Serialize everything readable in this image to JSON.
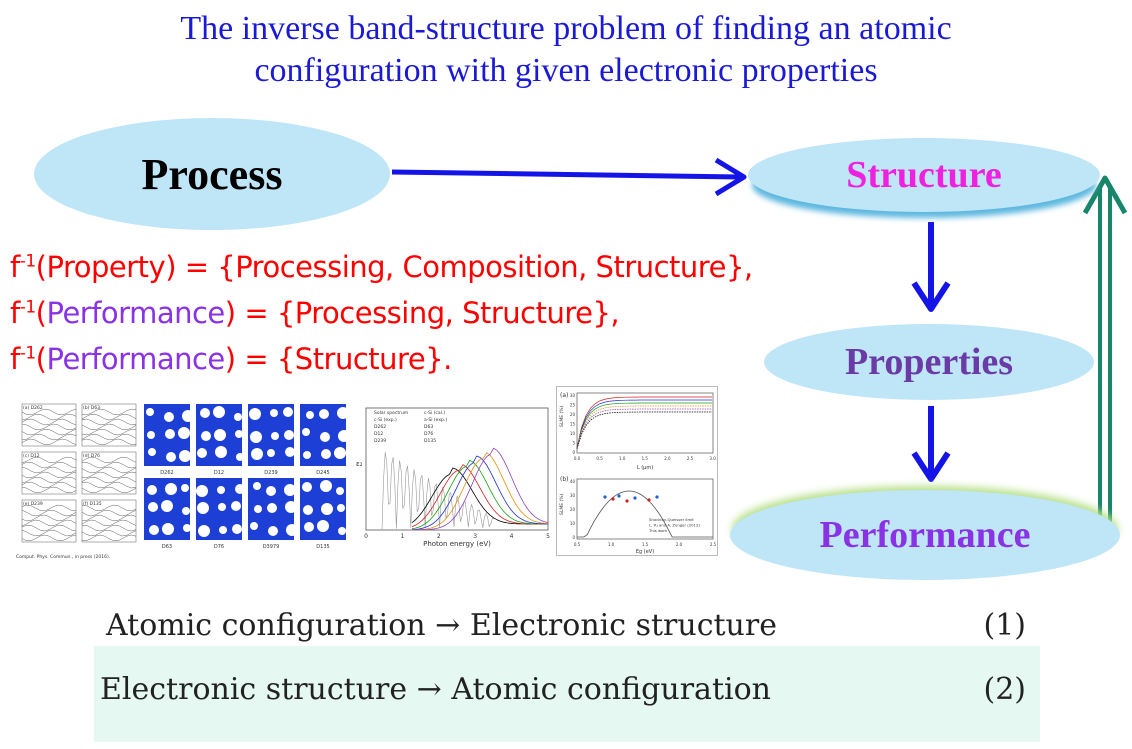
{
  "title": {
    "line1": "The inverse band-structure problem of finding an atomic",
    "line2": "configuration with given electronic properties"
  },
  "nodes": {
    "process": "Process",
    "structure": "Structure",
    "properties": "Properties",
    "performance": "Performance"
  },
  "equations": {
    "f": "f",
    "inv": "-1",
    "e1_paren": "(Property) = {Processing, Composition, Structure},",
    "e2_open": "(",
    "e2_word": "Performance",
    "e2_rest": ") = {Processing, Structure},",
    "e3_open": "(",
    "e3_word": "Performance",
    "e3_rest": ") = {Structure}."
  },
  "bottom": {
    "eq1_text": "Atomic configuration → Electronic structure",
    "eq1_num": "(1)",
    "eq2_text": "Electronic structure → Atomic configuration",
    "eq2_num": "(2)"
  },
  "figures": {
    "bands": {
      "panel_labels": [
        "(a) D262",
        "(b) D63",
        "(c) D12",
        "(d) D76",
        "(e) D239",
        "(f) D135"
      ],
      "caption": "Comput. Phys. Commun., in press (2016)."
    },
    "crystals": {
      "labels": [
        "D262",
        "D12",
        "D239",
        "D245",
        "D63",
        "D76",
        "D3979",
        "D135"
      ]
    },
    "absorption": {
      "xlabel": "Photon energy (eV)",
      "ylabel": "ε₂",
      "xticks": [
        "0",
        "1",
        "2",
        "3",
        "4",
        "5"
      ],
      "legend": [
        "Solar spectrum",
        "c-Si (cal.)",
        "c-Si (exp.)",
        "a-Si (exp.)",
        "D262",
        "D63",
        "D12",
        "D76",
        "D239",
        "D135"
      ]
    },
    "slme": {
      "a_label": "(a)",
      "b_label": "(b)",
      "a_xlabel": "L (μm)",
      "a_ylabel": "SLME (%)",
      "a_xticks": [
        "0.0",
        "0.5",
        "1.0",
        "1.5",
        "2.0",
        "2.5",
        "3.0"
      ],
      "a_yticks": [
        "30",
        "25",
        "20",
        "15",
        "10",
        "5",
        "0"
      ],
      "b_xlabel": "Eg (eV)",
      "b_ylabel": "SLME (%)",
      "b_xticks": [
        "0.5",
        "1.0",
        "1.5",
        "2.0",
        "2.5"
      ],
      "b_yticks": [
        "40",
        "30",
        "20",
        "10",
        "0"
      ],
      "b_legend": [
        "Shockley-Queisser limit",
        "L. Yu and A. Zunger (2012)",
        "This work"
      ]
    }
  },
  "colors": {
    "title": "#1a1ad6",
    "arrow_blue": "#1414e6",
    "arrow_green": "#17866a",
    "equation": "#ff0000",
    "purple": "#8a32e6",
    "ellipse": "#bfe6f6"
  }
}
